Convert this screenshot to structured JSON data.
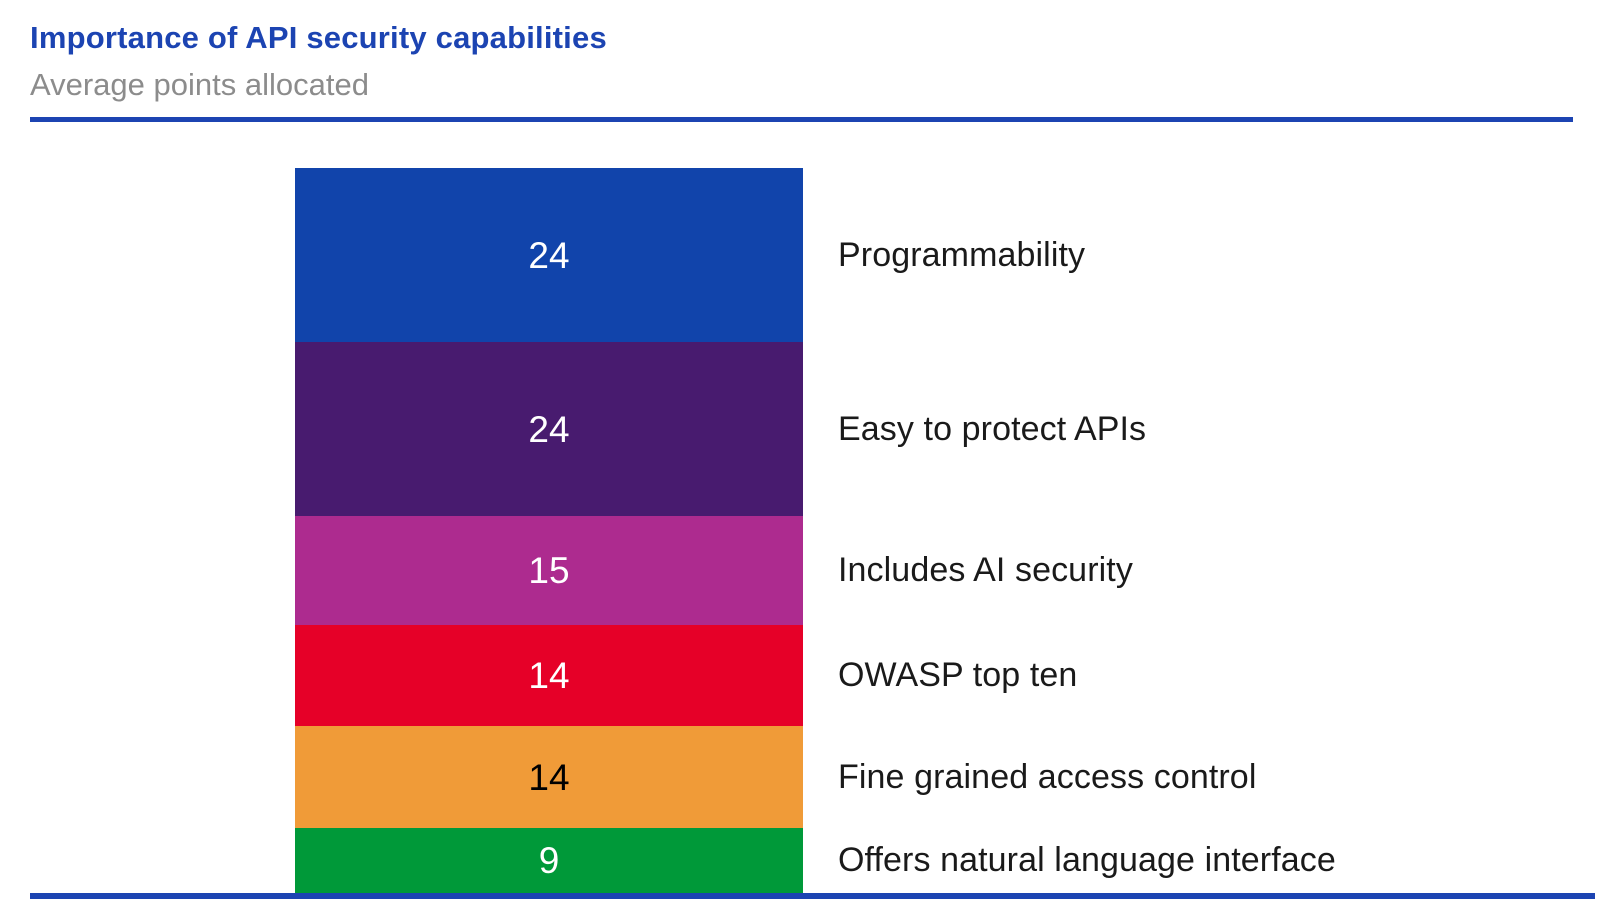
{
  "header": {
    "title": "Importance of API security capabilities",
    "subtitle": "Average points allocated",
    "accent_color": "#1C44B2",
    "subtitle_color": "#8C8C8C"
  },
  "chart_data": {
    "type": "bar",
    "variant": "single-stacked-column",
    "title": "Importance of API security capabilities",
    "subtitle": "Average points allocated",
    "orientation": "vertical",
    "total_points": 100,
    "axes_visible": false,
    "grid": false,
    "legend_position": "right-of-bar, labels aligned to segment centers",
    "categories": [
      "Programmability",
      "Easy to protect APIs",
      "Includes AI security",
      "OWASP top ten",
      "Fine grained access control",
      "Offers natural language interface"
    ],
    "values": [
      24,
      24,
      15,
      14,
      14,
      9
    ],
    "segments": [
      {
        "label": "Programmability",
        "value": 24,
        "color": "#1144AB",
        "value_color": "#FFFFFF"
      },
      {
        "label": "Easy to protect APIs",
        "value": 24,
        "color": "#481B6F",
        "value_color": "#FFFFFF"
      },
      {
        "label": "Includes AI security",
        "value": 15,
        "color": "#AD2B8F",
        "value_color": "#FFFFFF"
      },
      {
        "label": "OWASP top ten",
        "value": 14,
        "color": "#E60028",
        "value_color": "#FFFFFF"
      },
      {
        "label": "Fine grained access control",
        "value": 14,
        "color": "#F09B38",
        "value_color": "#000000"
      },
      {
        "label": "Offers natural language interface",
        "value": 9,
        "color": "#009939",
        "value_color": "#FFFFFF"
      }
    ]
  }
}
